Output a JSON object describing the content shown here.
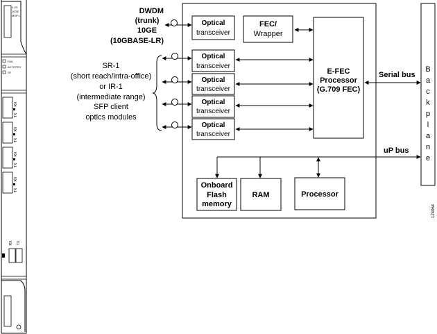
{
  "card": {
    "label_top": [
      "4-2X",
      "10GE",
      "MXP-L"
    ],
    "led_labels": [
      "FAIL",
      "ACT/STBY",
      "SF"
    ],
    "port_tx": "TX",
    "port_rx": "RX"
  },
  "trunk": {
    "lines": [
      "DWDM",
      "(trunk)",
      "10GE",
      "(10GBASE-LR)"
    ]
  },
  "client": {
    "lines": [
      "SR-1",
      "(short reach/intra-office)",
      "or IR-1",
      "(intermediate range)",
      "SFP client",
      "optics modules"
    ]
  },
  "blocks": {
    "optical_transceiver": [
      "Optical",
      "transceiver"
    ],
    "fec_wrapper": [
      "FEC/",
      "Wrapper"
    ],
    "efec": [
      "E-FEC",
      "Processor",
      "(G.709 FEC)"
    ],
    "flash": [
      "Onboard",
      "Flash",
      "memory"
    ],
    "ram": "RAM",
    "processor": "Processor",
    "backplane": [
      "B",
      "a",
      "c",
      "k",
      "p",
      "l",
      "a",
      "n",
      "e"
    ]
  },
  "buses": {
    "serial": "Serial bus",
    "up": "uP bus"
  },
  "figure_id": "124064"
}
